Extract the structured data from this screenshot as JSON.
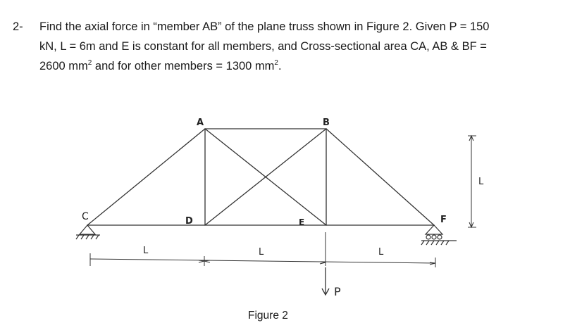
{
  "problem": {
    "number": "2-",
    "line1": "Find the axial force in “member AB” of the plane truss shown in Figure 2. Given P = 150",
    "line2": "kN, L = 6m and E is constant for all members, and Cross-sectional area CA, AB & BF =",
    "line3_a": "2600 mm",
    "line3_sup1": "2",
    "line3_b": " and for other members = 1300 mm",
    "line3_sup2": "2",
    "line3_c": "."
  },
  "figure": {
    "caption": "Figure 2",
    "node_labels": {
      "A": "A",
      "B": "B",
      "C": "C",
      "D": "D",
      "E": "E",
      "F": "F"
    },
    "span_label": "L",
    "height_label": "L",
    "load_label": "P"
  }
}
